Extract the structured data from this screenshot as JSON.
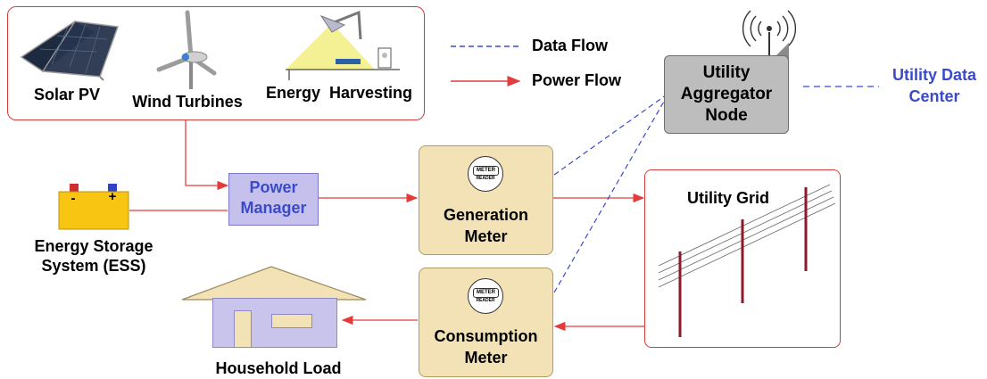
{
  "legend": {
    "data_flow_label": "Data Flow",
    "power_flow_label": "Power Flow"
  },
  "sources": {
    "solar_label": "Solar PV",
    "wind_label": "Wind Turbines",
    "harvest_label": "Energy  Harvesting"
  },
  "storage": {
    "line1": "Energy Storage",
    "line2": "System (ESS)",
    "neg_sign": "-",
    "pos_sign": "+"
  },
  "power_manager": {
    "line1": "Power",
    "line2": "Manager"
  },
  "generation_meter": {
    "line1": "Generation",
    "line2": "Meter"
  },
  "consumption_meter": {
    "line1": "Consumption",
    "line2": "Meter"
  },
  "meter_badge": {
    "top": "METER",
    "bottom": "READER"
  },
  "aggregator": {
    "line1": "Utility",
    "line2": "Aggregator",
    "line3": "Node"
  },
  "data_center": {
    "line1": "Utility Data",
    "line2": "Center"
  },
  "grid": {
    "label": "Utility Grid"
  },
  "household": {
    "label": "Household Load"
  },
  "colors": {
    "power_line": "#e33b3b",
    "data_line": "#3b4bc8",
    "meter_fill": "#f2e2b6",
    "manager_fill": "#c5c1ec",
    "node_fill": "#bdbdbd",
    "pole": "#8b1a2b",
    "battery": "#f7c512"
  }
}
